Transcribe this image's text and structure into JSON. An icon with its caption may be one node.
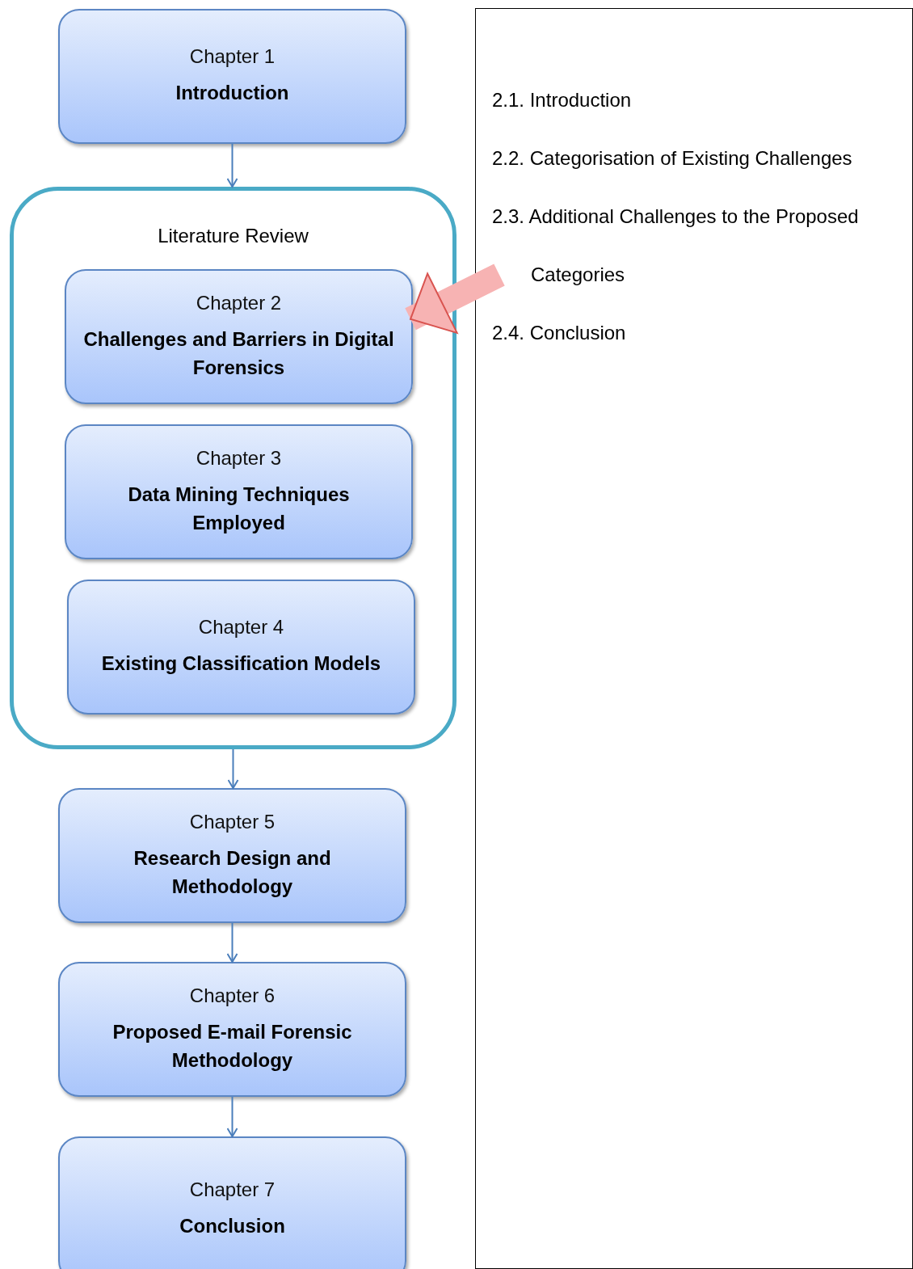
{
  "diagram": {
    "nodes": [
      {
        "text": [
          "Chapter 1",
          "Introduction"
        ]
      },
      {
        "text": [
          "Literature Review"
        ]
      },
      {
        "text": [
          "Chapter 2",
          "Challenges and Barriers in Digital Forensics"
        ],
        "in": 1
      },
      {
        "text": [
          "Chapter 3",
          "Data Mining Techniques Employed"
        ],
        "in": 1
      },
      {
        "text": [
          "Chapter 4",
          "Existing Classification Models"
        ],
        "in": 1
      },
      {
        "text": [
          "Chapter 5",
          "Research Design and Methodology"
        ]
      },
      {
        "text": [
          "Chapter 6",
          "Proposed E-mail Forensic Methodology"
        ]
      },
      {
        "text": [
          "Chapter 7",
          "Conclusion"
        ]
      },
      {
        "text": [
          "2.1. Introduction",
          "2.2. Categorisation of Existing Challenges",
          "2.3. Additional Challenges to the Proposed Categories",
          "2.4. Conclusion"
        ]
      }
    ],
    "edges": [
      {
        "from": 0,
        "to": 1,
        "arrow": "to"
      },
      {
        "from": 1,
        "to": 5,
        "arrow": "to"
      },
      {
        "from": 5,
        "to": 6,
        "arrow": "to"
      },
      {
        "from": 6,
        "to": 7,
        "arrow": "to"
      },
      {
        "from": 8,
        "to": 2,
        "arrow": "to",
        "style": "thick",
        "color": "#f7b3b3"
      }
    ]
  }
}
